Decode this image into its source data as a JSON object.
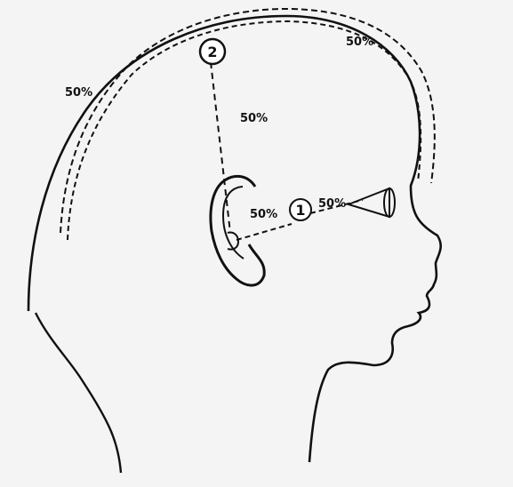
{
  "diagram": {
    "labels": {
      "top_right_percent": "50%",
      "left_percent": "50%",
      "vertical_percent": "50%",
      "ear_percent": "50%",
      "eye_percent": "50%"
    },
    "markers": {
      "marker_1": "1",
      "marker_2": "2"
    }
  },
  "colors": {
    "background": "#f3f3f3",
    "line": "#111111",
    "fill": "#ffffff"
  },
  "icons": {
    "head": "head-profile-outline",
    "ear": "ear-outline",
    "eye": "eye-cone"
  }
}
